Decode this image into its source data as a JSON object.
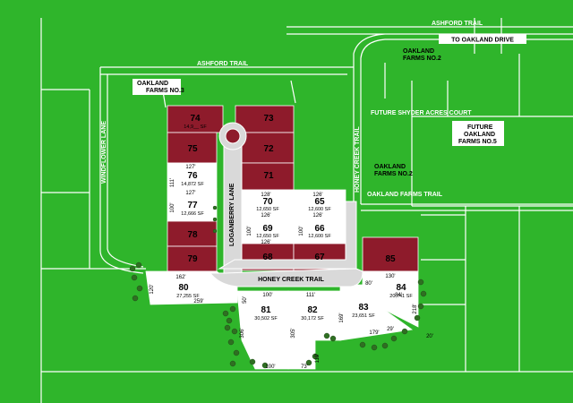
{
  "colors": {
    "background": "#2fb52b",
    "lot_sold": "#8e1b2b",
    "lot_available": "#ffffff",
    "road_fill": "#d9d9d9",
    "lines": "#ffffff",
    "trees": "#2f6f22"
  },
  "streets": {
    "ashford_trail_top": "ASHFORD TRAIL",
    "to_oakland_drive": "TO OAKLAND DRIVE",
    "ashford_trail": "ASHFORD TRAIL",
    "windflower_lane": "WINDFLOWER LANE",
    "future_shyder": "FUTURE SHYDER ACRES COURT",
    "honey_creek_trail_vertical": "HONEY CREEK TRAIL",
    "oakland_farms_trail": "OAKLAND FARMS TRAIL",
    "loganberry_lane": "LOGANBERRY LANE",
    "honey_creek_trail": "HONEY CREEK TRAIL"
  },
  "areas": {
    "oakland_farms_no2_top_line1": "OAKLAND",
    "oakland_farms_no2_top_line2": "FARMS NO.2",
    "oakland_farms_no3_line1": "OAKLAND",
    "oakland_farms_no3_line2": "FARMS NO.3",
    "oakland_farms_no2_mid_line1": "OAKLAND",
    "oakland_farms_no2_mid_line2": "FARMS NO.2",
    "future_oakland_line1": "FUTURE",
    "future_oakland_line2": "OAKLAND",
    "future_oakland_line3": "FARMS NO.5"
  },
  "lots": [
    {
      "id": "74",
      "status": "sold",
      "area": "14,9__ SF"
    },
    {
      "id": "73",
      "status": "sold",
      "area": ""
    },
    {
      "id": "75",
      "status": "sold",
      "area": ""
    },
    {
      "id": "72",
      "status": "sold",
      "area": ""
    },
    {
      "id": "76",
      "status": "available",
      "area": "14,872 SF"
    },
    {
      "id": "71",
      "status": "sold",
      "area": ""
    },
    {
      "id": "77",
      "status": "available",
      "area": "12,666 SF"
    },
    {
      "id": "70",
      "status": "available",
      "area": "12,650 SF"
    },
    {
      "id": "65",
      "status": "available",
      "area": "12,600 SF"
    },
    {
      "id": "69",
      "status": "available",
      "area": "12,650 SF"
    },
    {
      "id": "66",
      "status": "available",
      "area": "12,600 SF"
    },
    {
      "id": "78",
      "status": "sold",
      "area": ""
    },
    {
      "id": "68",
      "status": "sold",
      "area": ""
    },
    {
      "id": "67",
      "status": "sold",
      "area": ""
    },
    {
      "id": "79",
      "status": "sold",
      "area": ""
    },
    {
      "id": "85",
      "status": "sold",
      "area": ""
    },
    {
      "id": "80",
      "status": "available",
      "area": "27,255 SF"
    },
    {
      "id": "84",
      "status": "available",
      "area": "20,741 SF"
    },
    {
      "id": "81",
      "status": "available",
      "area": "30,502 SF"
    },
    {
      "id": "82",
      "status": "available",
      "area": "30,172 SF"
    },
    {
      "id": "83",
      "status": "available",
      "area": "23,651 SF"
    }
  ],
  "dimensions": {
    "d127a": "127'",
    "d111a": "111'",
    "d127b": "127'",
    "d100a": "100'",
    "d128": "128'",
    "d126a": "126'",
    "d126b": "126'",
    "d126c": "126'",
    "d100b": "100'",
    "d100c": "100'",
    "d126d": "126'",
    "d130": "130'",
    "d162": "162'",
    "d120": "120'",
    "d259": "259'",
    "d100d": "100'",
    "d111b": "111'",
    "d80": "80'",
    "d84": "84'",
    "d306": "306'",
    "d305": "305'",
    "d169": "169'",
    "d179": "179'",
    "d29": "29'",
    "d218": "218'",
    "d20": "20'",
    "d100e": "100'",
    "d73": "73'",
    "d119": "119'",
    "d50": "50'"
  }
}
